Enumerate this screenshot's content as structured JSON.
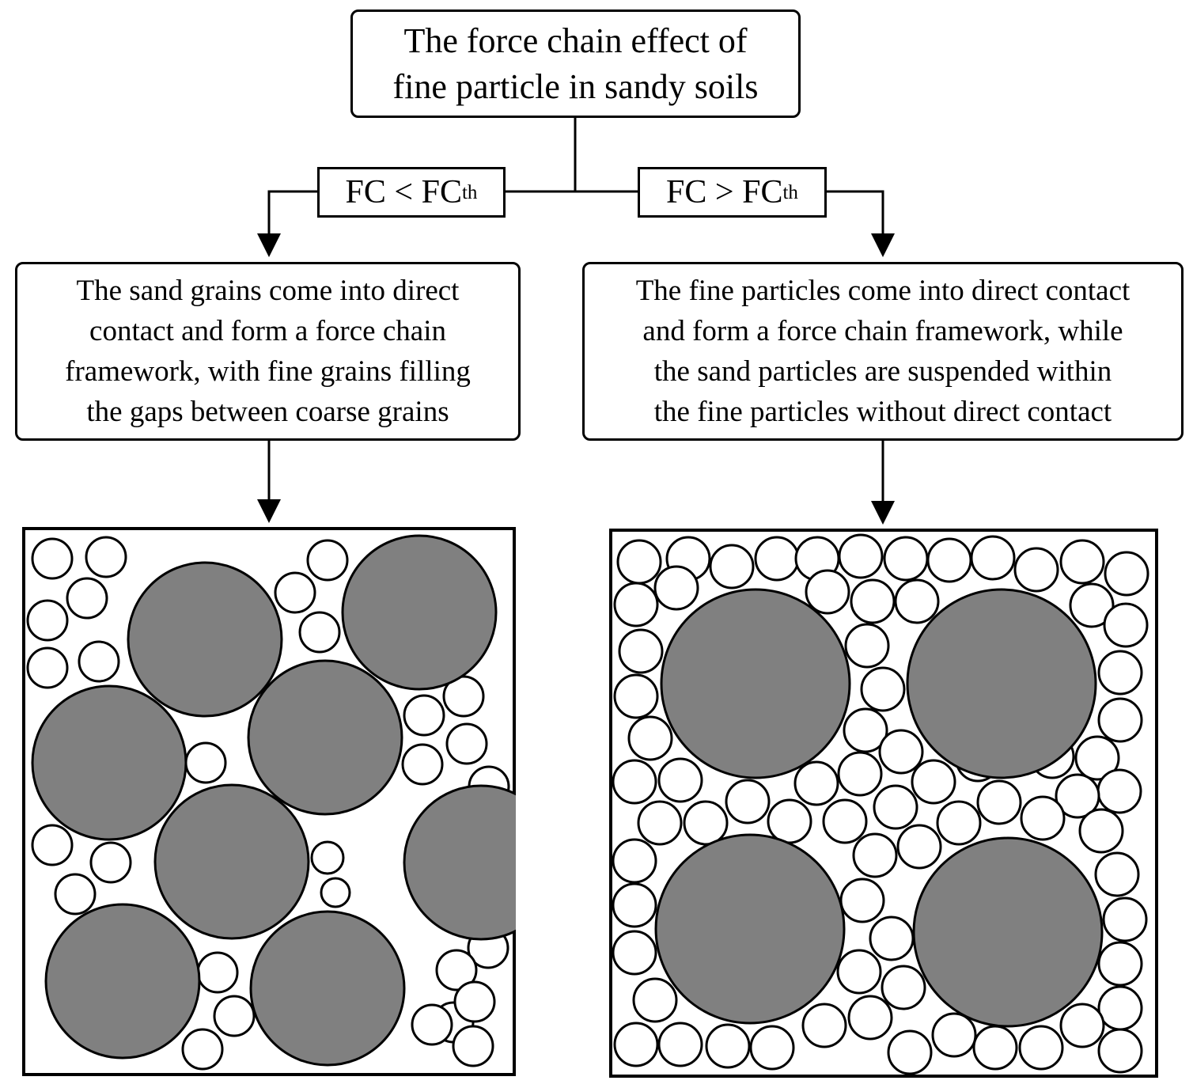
{
  "title": {
    "lines": [
      "The force chain effect of",
      "fine particle in sandy soils"
    ]
  },
  "conditions": {
    "left": {
      "main": "FC < FC",
      "sub": "th"
    },
    "right": {
      "main": "FC > FC",
      "sub": "th"
    }
  },
  "descriptions": {
    "left": [
      "The sand grains come into direct",
      "contact and form a force chain",
      "framework, with fine grains filling",
      "the gaps between coarse grains"
    ],
    "right": [
      "The fine particles come into direct contact",
      "and form a force chain framework, while",
      "the sand particles are suspended within",
      "the fine particles without direct contact"
    ]
  },
  "colors": {
    "coarse_grain": "#808080",
    "fine_grain": "#ffffff",
    "stroke": "#000000"
  }
}
